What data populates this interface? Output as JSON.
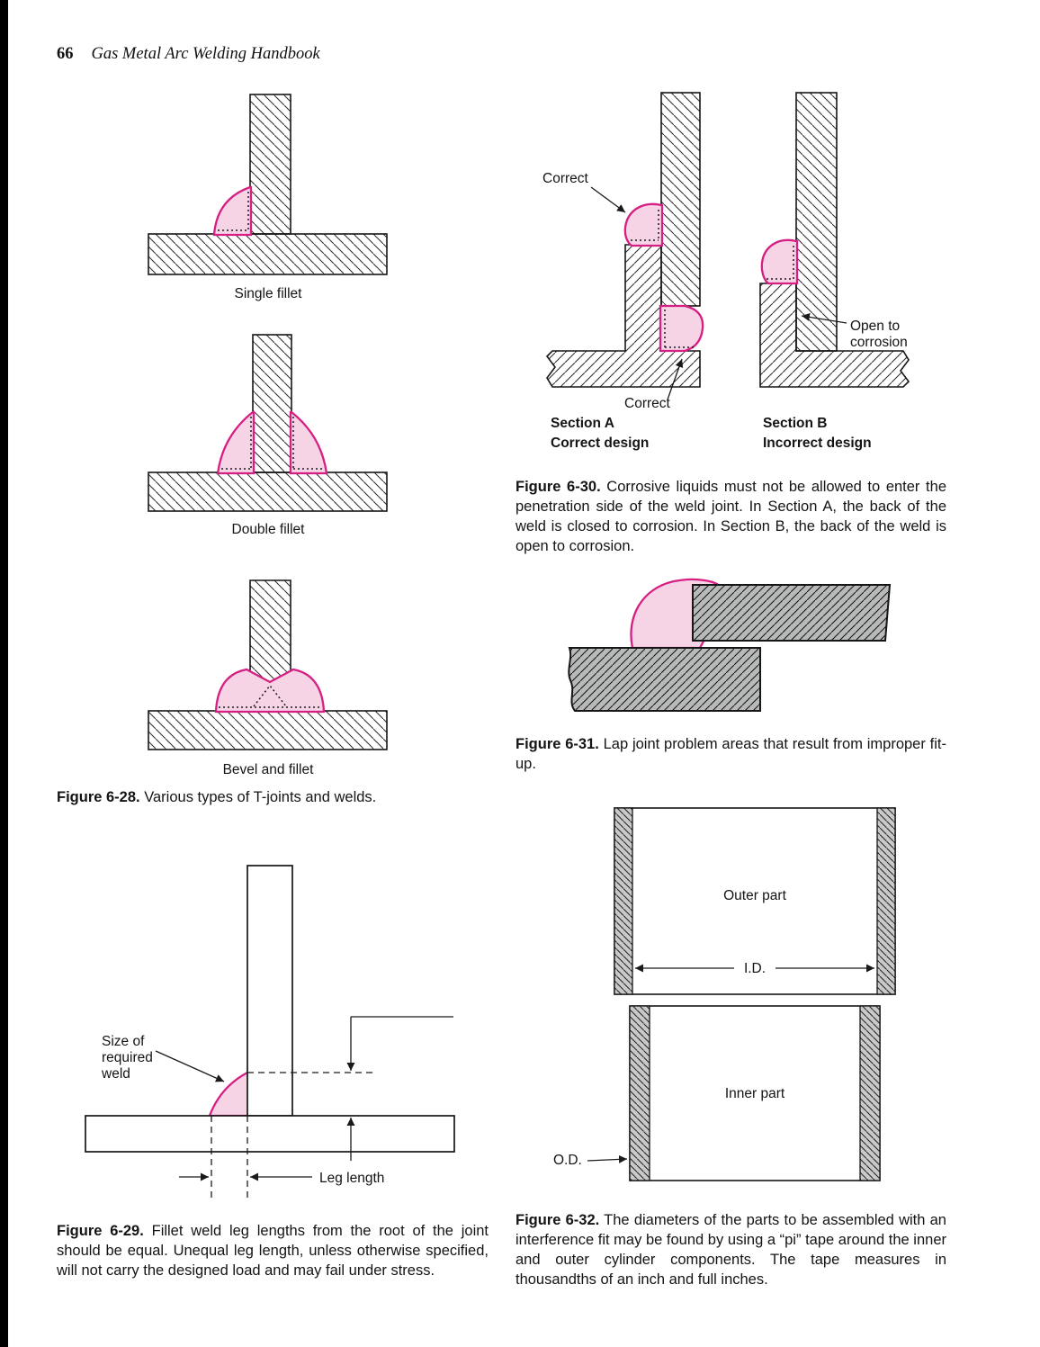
{
  "header": {
    "page_number": "66",
    "book_title": "Gas Metal Arc Welding Handbook"
  },
  "fig28": {
    "label_single": "Single fillet",
    "label_double": "Double fillet",
    "label_bevel": "Bevel and fillet",
    "caption_label": "Figure 6-28.",
    "caption_text": "Various types of T-joints and welds."
  },
  "fig29": {
    "size_lines": [
      "Size of",
      "required",
      "weld"
    ],
    "leg_label": "Leg length",
    "caption_label": "Figure 6-29.",
    "caption_text": "Fillet weld leg lengths from the root of the joint should be equal. Unequal leg length, unless otherwise specified, will not carry the designed load and may fail under stress."
  },
  "fig30": {
    "correct_top": "Correct",
    "correct_bottom": "Correct",
    "open_lines": [
      "Open to",
      "corrosion"
    ],
    "section_a_title": "Section A",
    "section_a_sub": "Correct design",
    "section_b_title": "Section B",
    "section_b_sub": "Incorrect design",
    "caption_label": "Figure 6-30.",
    "caption_text": "Corrosive liquids must not be allowed to enter the penetration side of the weld joint. In Section A, the back of the weld is closed to corrosion. In Section B, the back of the weld is open to corrosion."
  },
  "fig31": {
    "caption_label": "Figure 6-31.",
    "caption_text": "Lap joint problem areas that result from improper fit-up."
  },
  "fig32": {
    "outer_label": "Outer part",
    "inner_label": "Inner part",
    "id_label": "I.D.",
    "od_label": "O.D.",
    "caption_label": "Figure 6-32.",
    "caption_text": "The diameters of the parts to be assembled with an interference fit may be found by using a “pi” tape around the inner and outer cylinder components. The tape measures in thousandths of an inch and full inches."
  },
  "colors": {
    "weld_fill": "#f7d3e6",
    "weld_stroke": "#d61f82"
  }
}
